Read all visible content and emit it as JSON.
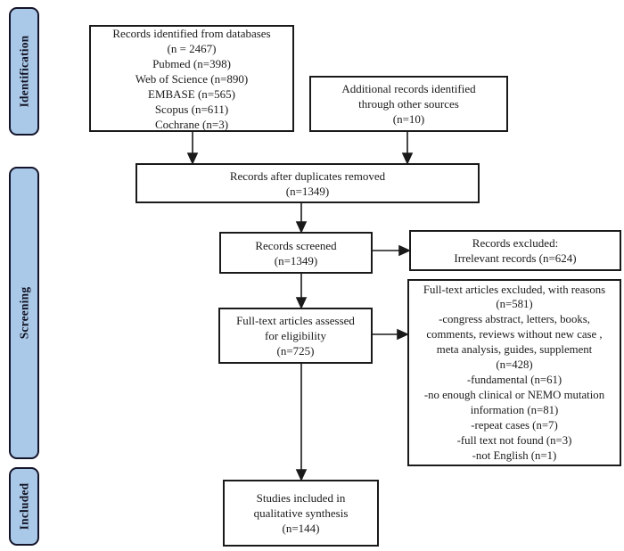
{
  "figure": {
    "type": "prisma-flowchart",
    "colors": {
      "stage_fill": "#aac9e8",
      "stage_border": "#14142b",
      "box_border": "#1a1a1a",
      "box_fill": "#ffffff",
      "text": "#1a1a1a"
    }
  },
  "sidebar": {
    "stages": [
      {
        "label": "Identification"
      },
      {
        "label": "Screening"
      },
      {
        "label": "Included"
      }
    ]
  },
  "flow": {
    "databases": {
      "lines": [
        "Records identified from databases",
        "(n = 2467)",
        "Pubmed (n=398)",
        "Web of Science (n=890)",
        "EMBASE (n=565)",
        "Scopus (n=611)",
        "Cochrane (n=3)"
      ]
    },
    "additional": {
      "lines": [
        "Additional records identified",
        "through other sources",
        "(n=10)"
      ]
    },
    "duplicates": {
      "lines": [
        "Records after duplicates removed",
        "(n=1349)"
      ]
    },
    "screened": {
      "lines": [
        "Records screened",
        "(n=1349)"
      ]
    },
    "records_excluded": {
      "lines": [
        "Records excluded:",
        "Irrelevant records (n=624)"
      ]
    },
    "fulltext": {
      "lines": [
        "Full-text articles assessed",
        "for eligibility",
        "(n=725)"
      ]
    },
    "fulltext_excluded": {
      "lines": [
        "Full-text articles excluded, with reasons",
        "(n=581)",
        "-congress abstract, letters, books,",
        "comments, reviews without new case ,",
        "meta analysis, guides, supplement",
        "(n=428)",
        "-fundamental (n=61)",
        "-no enough clinical or NEMO mutation",
        "information (n=81)",
        "-repeat cases (n=7)",
        "-full text not found (n=3)",
        "-not English (n=1)"
      ]
    },
    "included": {
      "lines": [
        "Studies included in",
        "qualitative synthesis",
        "(n=144)"
      ]
    }
  }
}
